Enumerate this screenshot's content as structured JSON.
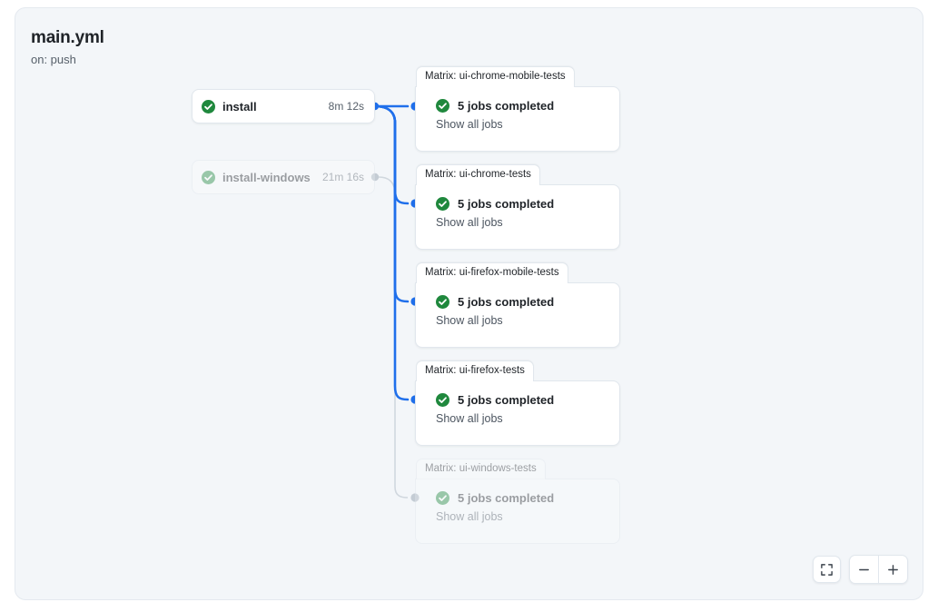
{
  "workflow": {
    "title": "main.yml",
    "trigger": "on: push"
  },
  "colors": {
    "accent_edge": "#1f6feb",
    "accent_dot": "#1f6feb",
    "muted_edge": "#d0d7de",
    "success_green": "#1f883d",
    "canvas_bg": "#f3f6f9",
    "card_border": "#e1e7ed",
    "text_primary": "#1f2328",
    "text_muted": "#57606a"
  },
  "jobs": [
    {
      "name": "install",
      "duration": "8m 12s",
      "status_icon": "check-circle-icon",
      "state": "active"
    },
    {
      "name": "install-windows",
      "duration": "21m 16s",
      "status_icon": "check-circle-icon",
      "state": "faded"
    }
  ],
  "matrices": [
    {
      "tab_label": "Matrix: ui-chrome-mobile-tests",
      "status_text": "5 jobs completed",
      "status_icon": "check-circle-icon",
      "link_label": "Show all jobs",
      "state": "active"
    },
    {
      "tab_label": "Matrix: ui-chrome-tests",
      "status_text": "5 jobs completed",
      "status_icon": "check-circle-icon",
      "link_label": "Show all jobs",
      "state": "active"
    },
    {
      "tab_label": "Matrix: ui-firefox-mobile-tests",
      "status_text": "5 jobs completed",
      "status_icon": "check-circle-icon",
      "link_label": "Show all jobs",
      "state": "active"
    },
    {
      "tab_label": "Matrix: ui-firefox-tests",
      "status_text": "5 jobs completed",
      "status_icon": "check-circle-icon",
      "link_label": "Show all jobs",
      "state": "active"
    },
    {
      "tab_label": "Matrix: ui-windows-tests",
      "status_text": "5 jobs completed",
      "status_icon": "check-circle-icon",
      "link_label": "Show all jobs",
      "state": "faded"
    }
  ],
  "controls": {
    "fit_icon": "fit-to-screen-icon",
    "zoom_out_icon": "minus-icon",
    "zoom_in_icon": "plus-icon"
  }
}
